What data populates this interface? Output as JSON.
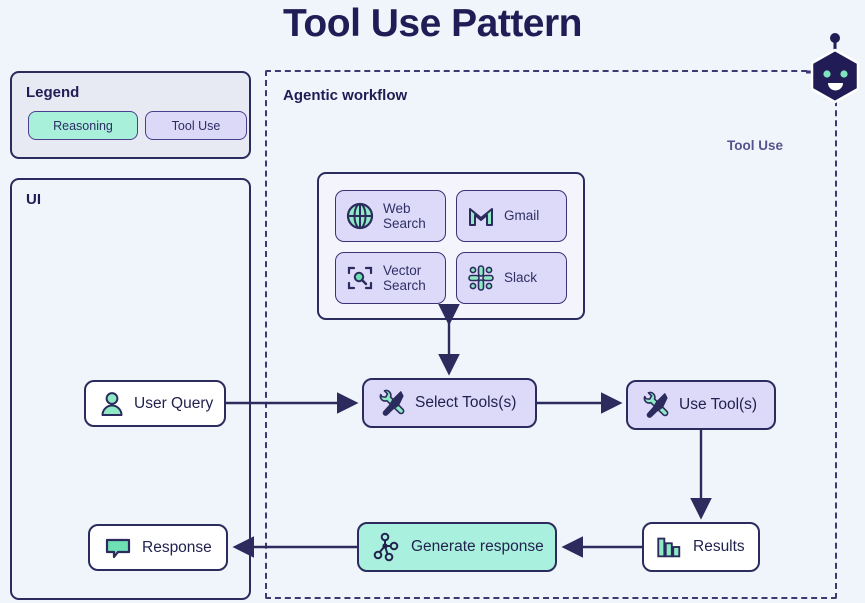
{
  "page": {
    "title": "Tool Use Pattern",
    "background": "#f0f4fb",
    "ink": "#211c55",
    "accent_mint": "#a9f0db",
    "accent_lavender": "#dcd8f8"
  },
  "legend": {
    "title": "Legend",
    "items": [
      {
        "label": "Reasoning",
        "color": "#a9f0db"
      },
      {
        "label": "Tool Use",
        "color": "#dcd8f8"
      }
    ]
  },
  "ui_panel": {
    "title": "UI"
  },
  "agentic_panel": {
    "title": "Agentic workflow",
    "side_label": "Tool Use"
  },
  "tools": [
    {
      "label": "Web\nSearch",
      "line1": "Web",
      "line2": "Search",
      "icon": "globe-icon"
    },
    {
      "label": "Gmail",
      "line1": "Gmail",
      "line2": "",
      "icon": "gmail-icon"
    },
    {
      "label": "Vector Search",
      "line1": "Vector",
      "line2": "Search",
      "icon": "vector-search-icon"
    },
    {
      "label": "Slack",
      "line1": "Slack",
      "line2": "",
      "icon": "slack-icon"
    }
  ],
  "flow": {
    "user_query": {
      "label": "User Query",
      "icon": "user-icon",
      "style": "white"
    },
    "select_tools": {
      "label": "Select Tools(s)",
      "icon": "tools-icon",
      "style": "lavender"
    },
    "use_tools": {
      "label": "Use Tool(s)",
      "icon": "tools-icon",
      "style": "lavender"
    },
    "results": {
      "label": "Results",
      "icon": "bar-chart-icon",
      "style": "white"
    },
    "generate_response": {
      "label": "Generate response",
      "icon": "node-graph-icon",
      "style": "mint"
    },
    "response": {
      "label": "Response",
      "icon": "chat-bubble-icon",
      "style": "white"
    }
  },
  "robot": {
    "name": "robot-avatar-icon"
  }
}
